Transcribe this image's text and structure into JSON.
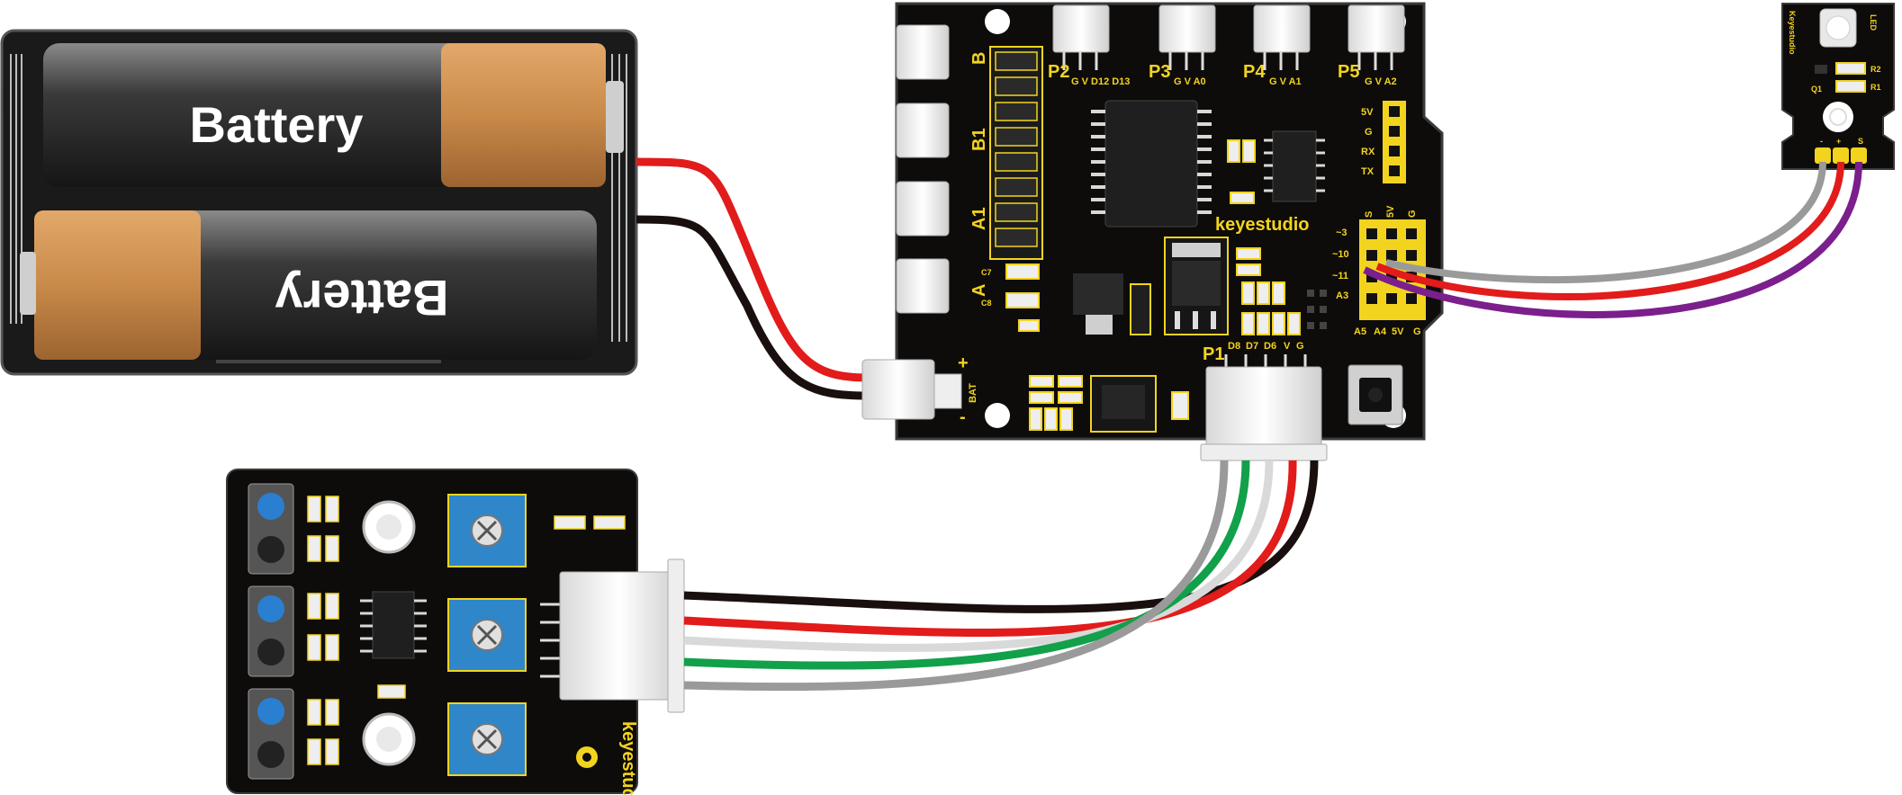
{
  "battery_pack": {
    "cell_top_label": "Battery",
    "cell_bottom_label": "Battery"
  },
  "shield": {
    "brand": "keyestudio",
    "motor_ports": [
      "B",
      "B1",
      "A1",
      "A"
    ],
    "header_ports": [
      "P2",
      "P3",
      "P4",
      "P5"
    ],
    "header_pins": [
      "G V D12 D13",
      "G V A0",
      "G V A1",
      "G V A2"
    ],
    "serial_pins": [
      "5V",
      "G",
      "RX",
      "TX"
    ],
    "right_header_top": [
      "S",
      "5V",
      "G"
    ],
    "right_header_side": [
      "~3",
      "~10",
      "~11",
      "A3"
    ],
    "right_header_bottom": [
      "A5",
      "A4",
      "5V",
      "G"
    ],
    "p1_label": "P1",
    "p1_pins": [
      "D8",
      "D7",
      "D6",
      "V",
      "G"
    ],
    "bat_label": "BAT",
    "bat_plus": "+",
    "bat_minus": "-",
    "cap_labels": [
      "C7",
      "C8"
    ]
  },
  "led_module": {
    "brand": "Keyestudio",
    "label": "LED",
    "pins": [
      "-",
      "+",
      "S"
    ],
    "part_labels": [
      "Q1",
      "R1",
      "R2"
    ]
  },
  "line_tracker": {
    "brand": "keyestudio"
  },
  "colors": {
    "board": "#0e0c0a",
    "board_edge": "#3a3a3a",
    "silk": "#f2d41f",
    "wire_red": "#e21b1b",
    "wire_black": "#1a0f0f",
    "wire_green": "#12a04a",
    "wire_gray": "#9a9a9a",
    "wire_white": "#e6e6e6",
    "wire_purple": "#7a1f8c",
    "pot_blue": "#2f86c9",
    "battery_copper": "#c98a4a"
  }
}
